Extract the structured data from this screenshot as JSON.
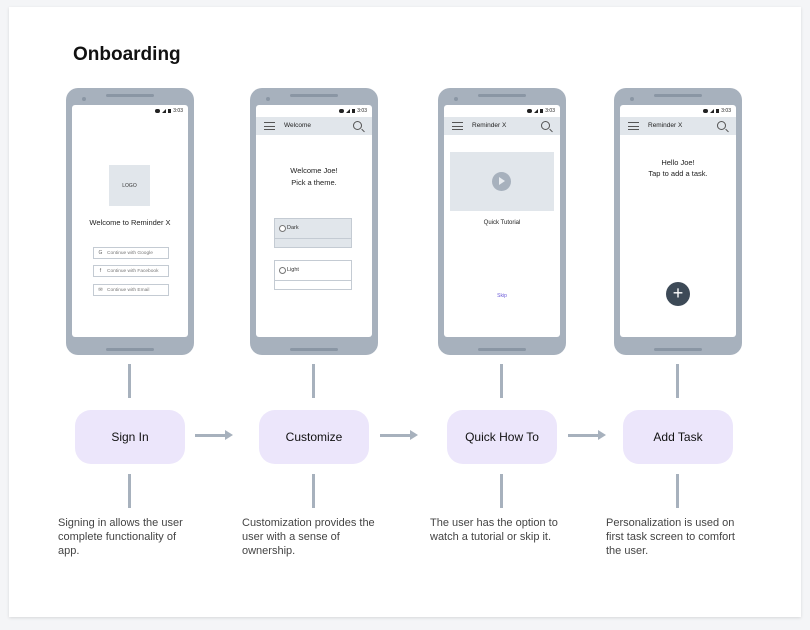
{
  "title": "Onboarding",
  "status_time": "3:03",
  "screens": {
    "signin": {
      "logo": "LOGO",
      "welcome": "Welcome to Reminder X",
      "buttons": [
        {
          "icon": "google-icon",
          "glyph": "G",
          "label": "Continue with Google"
        },
        {
          "icon": "facebook-icon",
          "glyph": "f",
          "label": "Continue with Facebook"
        },
        {
          "icon": "email-icon",
          "glyph": "✉",
          "label": "Continue with Email"
        }
      ]
    },
    "customize": {
      "appbar_title": "Welcome",
      "greeting_line1": "Welcome Joe!",
      "greeting_line2": "Pick a theme.",
      "options": [
        "Dark",
        "Light"
      ]
    },
    "tutorial": {
      "appbar_title": "Reminder X",
      "video_label": "Quick Tutorial",
      "skip": "Skip"
    },
    "addtask": {
      "appbar_title": "Reminder X",
      "line1": "Hello Joe!",
      "line2": "Tap to add a task.",
      "fab": "+"
    }
  },
  "steps": [
    {
      "label": "Sign In",
      "description": "Signing in allows the user complete functionality of app."
    },
    {
      "label": "Customize",
      "description": "Customization provides the user with a sense of ownership."
    },
    {
      "label": "Quick How To",
      "description": "The user has the option to watch a tutorial or skip it."
    },
    {
      "label": "Add Task",
      "description": "Personalization is used on first task screen to comfort the user."
    }
  ],
  "colors": {
    "step_fill": "#ece6fb",
    "phone_body": "#a7b1bd",
    "screen_gray": "#e1e6eb",
    "skip_link": "#6a59d8",
    "fab": "#3d4a57"
  }
}
